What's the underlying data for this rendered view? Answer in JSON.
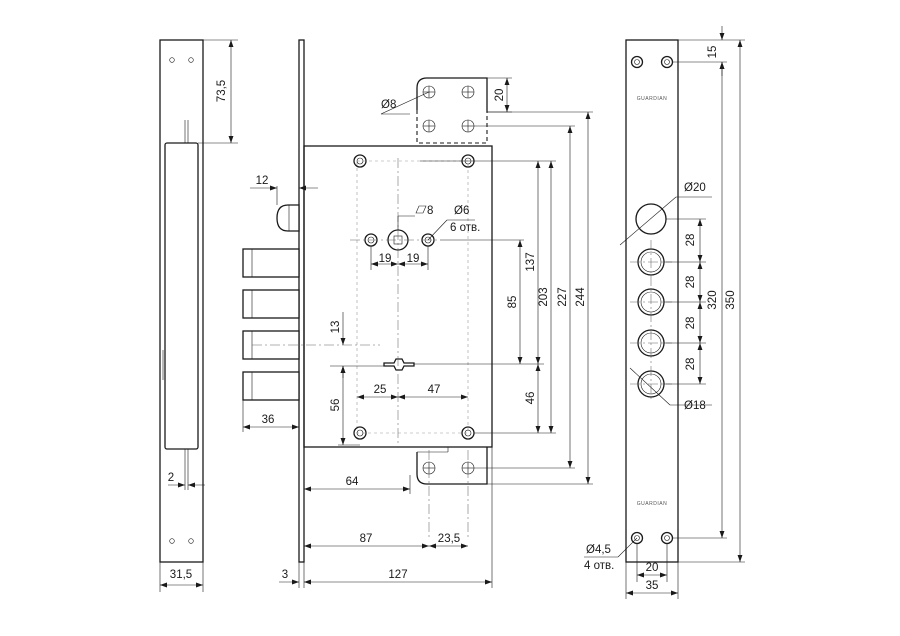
{
  "dimensions": {
    "d_73_5": "73,5",
    "d_31_5": "31,5",
    "d_2": "2",
    "d_12": "12",
    "d_36": "36",
    "d_13": "13",
    "d_56": "56",
    "d_25": "25",
    "d_47": "47",
    "d_19a": "19",
    "d_19b": "19",
    "d_sq8": "8",
    "d_phi8": "Ø8",
    "d_20_top": "20",
    "d_phi6": "Ø6",
    "d_6holes": "6 отв.",
    "d_137": "137",
    "d_85": "85",
    "d_203": "203",
    "d_227": "227",
    "d_244": "244",
    "d_46": "46",
    "d_64": "64",
    "d_87": "87",
    "d_23_5": "23,5",
    "d_3": "3",
    "d_127": "127",
    "d_15": "15",
    "d_phi20": "Ø20",
    "d_28a": "28",
    "d_28b": "28",
    "d_28c": "28",
    "d_28d": "28",
    "d_320": "320",
    "d_350": "350",
    "d_phi18": "Ø18",
    "d_phi4_5": "Ø4,5",
    "d_4holes": "4 отв.",
    "d_20_bottom": "20",
    "d_35": "35"
  },
  "engravings": {
    "top": "GUARDIAN",
    "bottom": "GUARDIAN"
  }
}
